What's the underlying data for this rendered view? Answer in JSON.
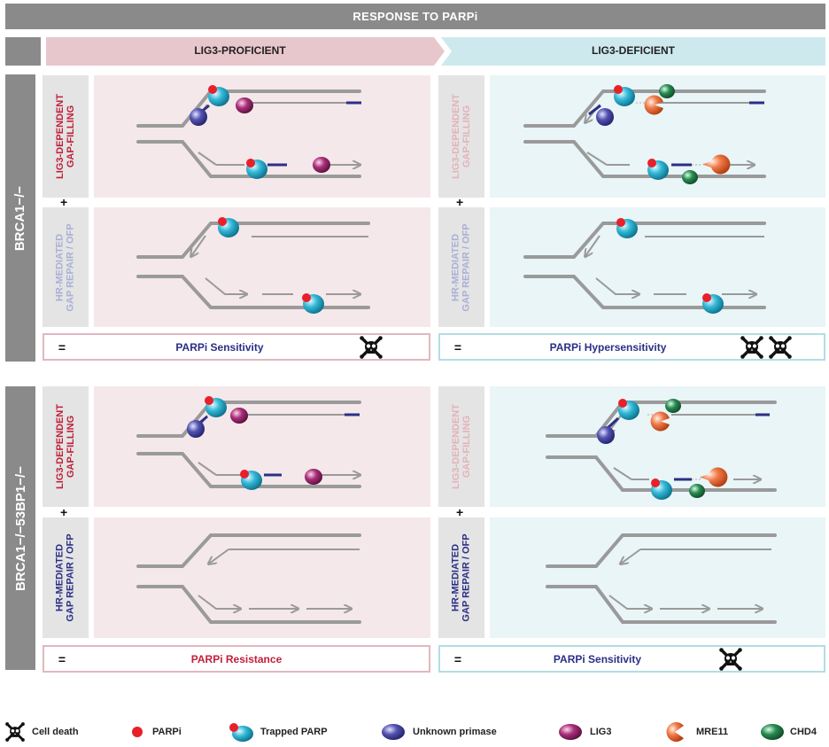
{
  "header": {
    "title": "RESPONSE TO PARPi"
  },
  "columns": [
    {
      "label": "LIG3-PROFICIENT",
      "color": "#e8c7cc"
    },
    {
      "label": "LIG3-DEFICIENT",
      "color": "#cde9ee"
    }
  ],
  "groups": [
    {
      "label": "BRCA1−/−",
      "pathways": [
        {
          "label": "LIG3-DEPENDENT\nGAP-FILLING",
          "color": "#c0203a"
        },
        {
          "label": "HR-MEDIATED\nGAP REPAIR / OFP",
          "color": "#a9b0d6"
        }
      ],
      "results": [
        {
          "text": "PARPi Sensitivity",
          "color": "#2b2f86",
          "skulls": 1
        },
        {
          "text": "PARPi Hypersensitivity",
          "color": "#2b2f86",
          "skulls": 2
        }
      ]
    },
    {
      "label": "BRCA1−/−53BP1−/−",
      "pathways": [
        {
          "label": "LIG3-DEPENDENT\nGAP-FILLING",
          "color": "#c0203a"
        },
        {
          "label": "HR-MEDIATED\nGAP REPAIR / OFP",
          "color": "#2b2f86"
        }
      ],
      "results": [
        {
          "text": "PARPi Resistance",
          "color": "#c0203a",
          "skulls": 0
        },
        {
          "text": "PARPi Sensitivity",
          "color": "#2b2f86",
          "skulls": 1
        }
      ]
    }
  ],
  "deficient_pathway_label_color": "#e3b2b9",
  "operators": {
    "plus": "+",
    "equals": "="
  },
  "legend": [
    {
      "label": "Cell death",
      "icon": "skull-icon"
    },
    {
      "label": "PARPi",
      "icon": "parpi-dot-icon"
    },
    {
      "label": "Trapped PARP",
      "icon": "trapped-parp-icon"
    },
    {
      "label": "Unknown primase",
      "icon": "primase-icon"
    },
    {
      "label": "LIG3",
      "icon": "lig3-icon"
    },
    {
      "label": "MRE11",
      "icon": "mre11-icon"
    },
    {
      "label": "CHD4",
      "icon": "chd4-icon"
    }
  ],
  "colors": {
    "dna": "#9a9a9a",
    "primer": "#2b2f86",
    "parpi": "#e8202a",
    "trapped_parp": "#2bb3cf",
    "primase": "#4a4aa0",
    "lig3": "#a0286a",
    "mre11": "#f07040",
    "chd4": "#1f7a45",
    "pink_panel": "#f5e8ea",
    "cyan_panel": "#e9f5f7",
    "pink_border": "#e0b8bf",
    "cyan_border": "#b3dce4"
  }
}
